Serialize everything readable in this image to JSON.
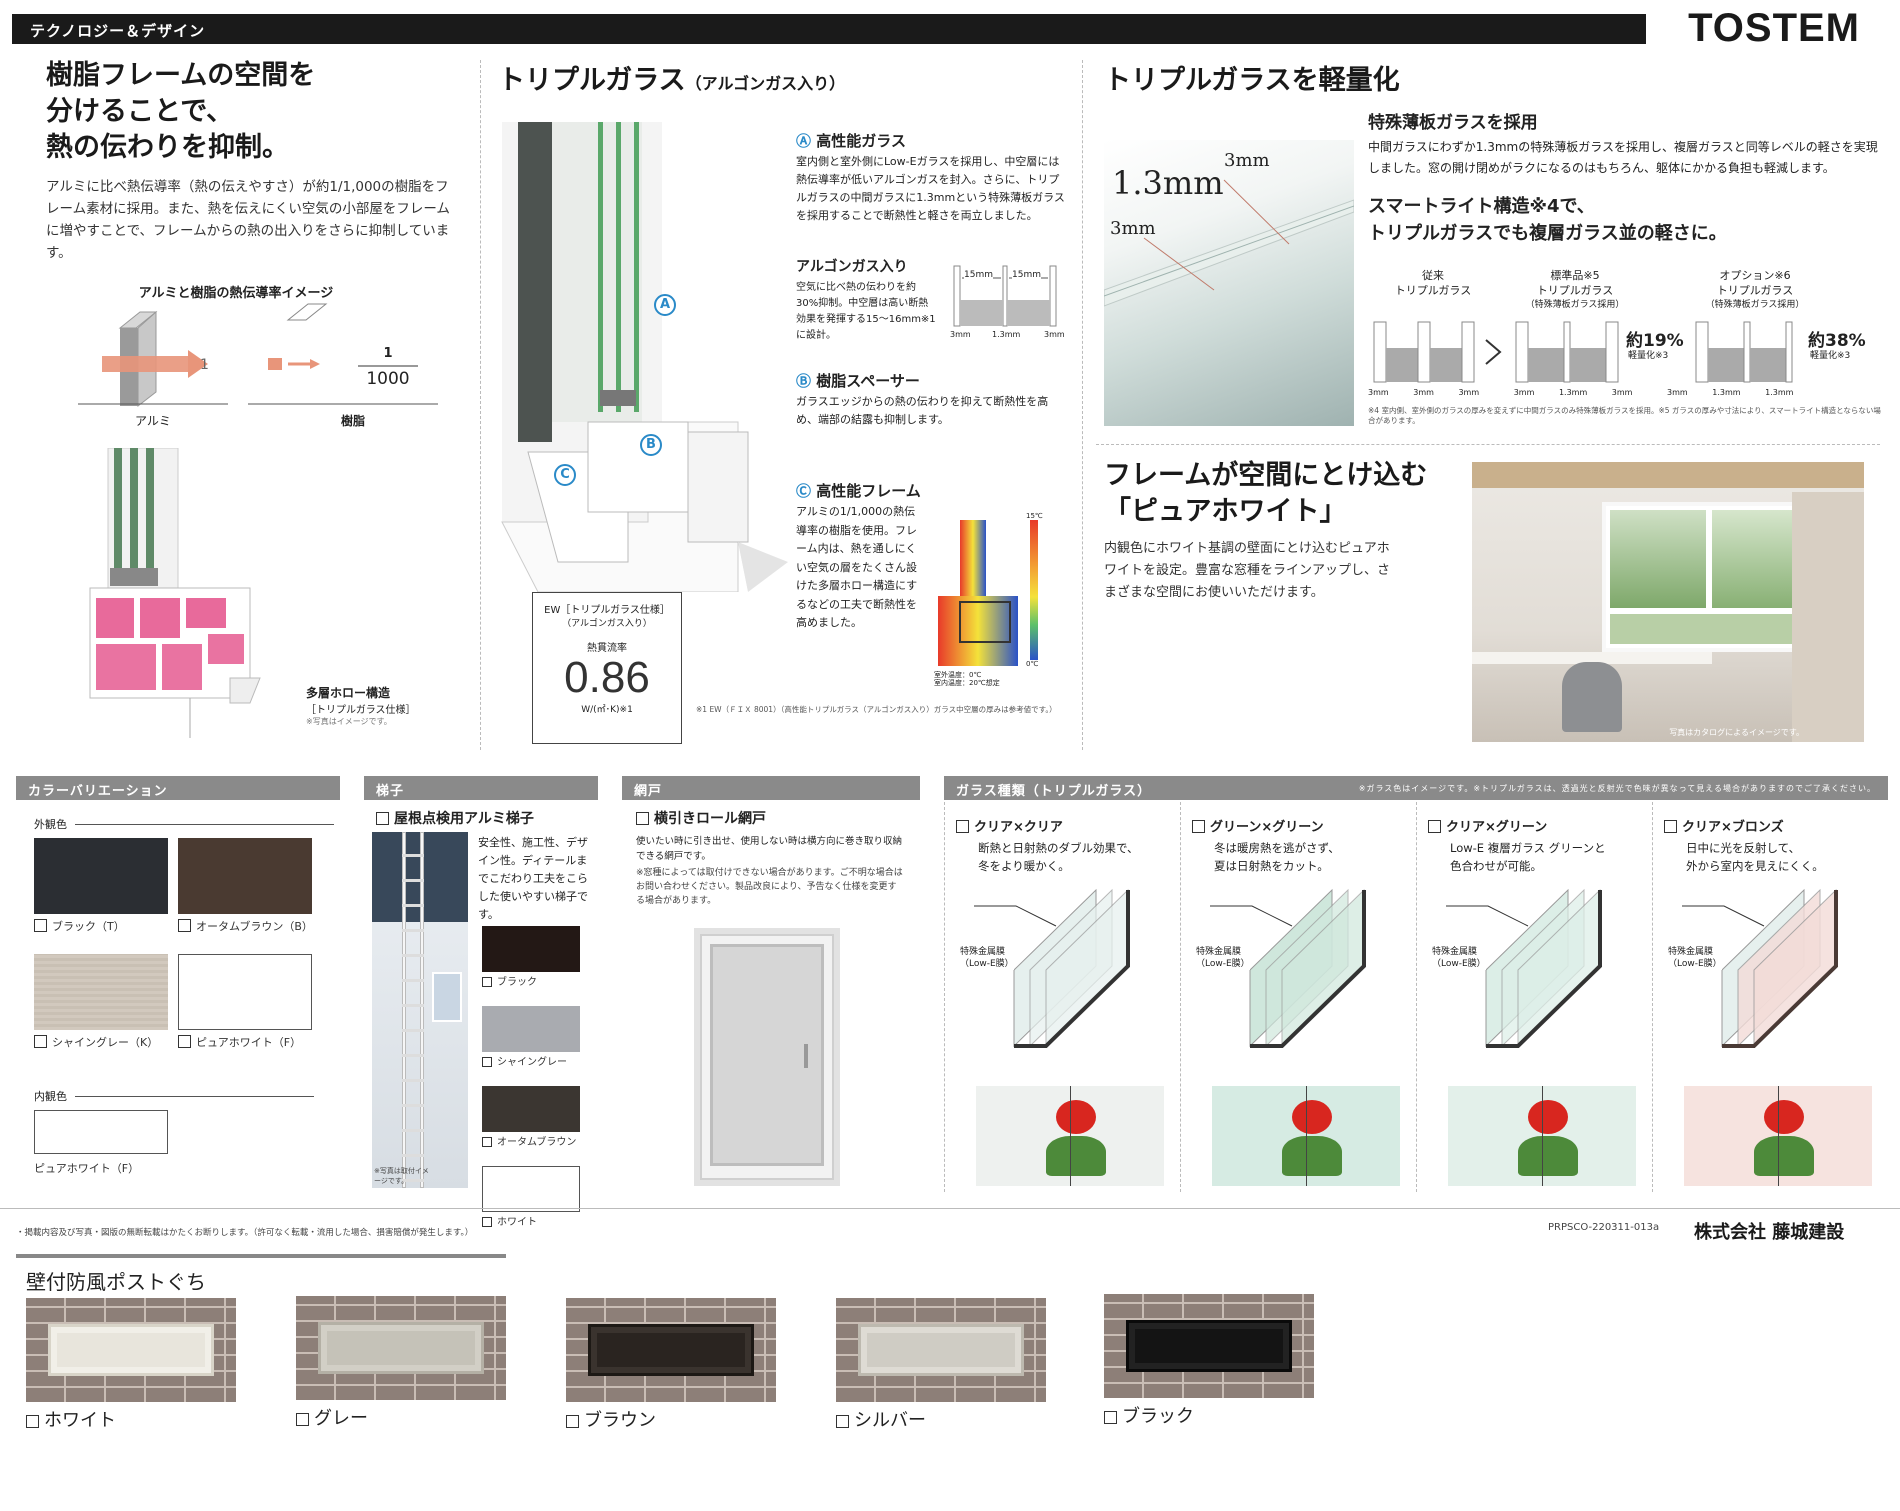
{
  "header": {
    "category": "テクノロジー＆デザイン",
    "brand": "TOSTEM"
  },
  "col1": {
    "title_lines": [
      "樹脂フレームの空間を",
      "分けることで、",
      "熱の伝わりを抑制。"
    ],
    "body": "アルミに比べ熱伝導率（熱の伝えやすさ）が約1/1,000の樹脂をフレーム素材に採用。また、熱を伝えにくい空気の小部屋をフレームに増やすことで、フレームからの熱の出入りをさらに抑制しています。",
    "diagram_title": "アルミと樹脂の熱伝導率イメージ",
    "alu_value": "1",
    "resin_num": "1",
    "resin_den": "1000",
    "alu_label": "アルミ",
    "resin_label": "樹脂",
    "hollow_title": "多層ホロー構造",
    "hollow_sub": "［トリプルガラス仕様］",
    "hollow_note": "※写真はイメージです。"
  },
  "col2": {
    "title": "トリプルガラス",
    "title_sub": "（アルゴンガス入り）",
    "a_title": "高性能ガラス",
    "a_body": "室内側と室外側にLow-Eガラスを採用し、中空層には熱伝導率が低いアルゴンガスを封入。さらに、トリプルガラスの中間ガラスに1.3mmという特殊薄板ガラスを採用することで断熱性と軽さを両立しました。",
    "argon_title": "アルゴンガス入り",
    "argon_body": "空気に比べ熱の伝わりを約30%抑制。中空層は高い断熱効果を発揮する15～16mm※1に設計。",
    "gap1": "15mm",
    "gap2": "15mm",
    "g_a": "3mm",
    "g_b": "1.3mm",
    "g_c": "3mm",
    "b_title": "樹脂スペーサー",
    "b_body": "ガラスエッジからの熱の伝わりを抑えて断熱性を高め、端部の結露も抑制します。",
    "c_title": "高性能フレーム",
    "c_body": "アルミの1/1,000の熱伝導率の樹脂を使用。フレーム内は、熱を通しにくい空気の層をたくさん設けた多層ホロー構造にするなどの工夫で断熱性を高めました。",
    "thermo_top": "15℃",
    "thermo_bottom": "0℃",
    "thermo_out": "室外温度：0℃",
    "thermo_in": "室内温度：20℃想定",
    "ew_title": "EW［トリプルガラス仕様］",
    "ew_sub": "（アルゴンガス入り）",
    "ew_label": "熱貫流率",
    "ew_value": "0.86",
    "ew_unit": "W/(㎡･K)※1",
    "footnote": "※1 EW（ＦＩＸ 8001）（高性能トリプルガラス（アルゴンガス入り）ガラス中空層の厚みは参考値です。）"
  },
  "col3": {
    "title": "トリプルガラスを軽量化",
    "dim_1": "1.3mm",
    "dim_2": "3mm",
    "dim_3": "3mm",
    "sub_title": "特殊薄板ガラスを採用",
    "sub_body": "中間ガラスにわずか1.3mmの特殊薄板ガラスを採用し、複層ガラスと同等レベルの軽さを実現しました。窓の開け閉めがラクになるのはもちろん、躯体にかかる負担も軽減します。",
    "smart_title_1": "スマートライト構造※4で、",
    "smart_title_2": "トリプルガラスでも複層ガラス並の軽さに。",
    "comp": [
      {
        "label1": "従来",
        "label2": "トリプルガラス",
        "label3": "",
        "dims": [
          "3mm",
          "3mm",
          "3mm"
        ]
      },
      {
        "label1": "標準品※5",
        "label2": "トリプルガラス",
        "label3": "（特殊薄板ガラス採用）",
        "dims": [
          "3mm",
          "1.3mm",
          "3mm"
        ]
      },
      {
        "label1": "オプション※6",
        "label2": "トリプルガラス",
        "label3": "（特殊薄板ガラス採用）",
        "dims": [
          "3mm",
          "1.3mm",
          "1.3mm"
        ]
      }
    ],
    "pct1": "約19%",
    "pct1_sub": "軽量化※3",
    "pct2": "約38%",
    "pct2_sub": "軽量化※3",
    "comp_note": "※4 室内側、室外側のガラスの厚みを変えずに中間ガラスのみ特殊薄板ガラスを採用。※5 ガラスの厚みや寸法により、スマートライト構造とならない場合があります。",
    "pure_title_1": "フレームが空間にとけ込む",
    "pure_title_2": "「ピュアホワイト」",
    "pure_body": "内観色にホワイト基調の壁面にとけ込むピュアホワイトを設定。豊富な窓種をラインアップし、さまざまな空間にお使いいただけます。",
    "photo_note": "写真はカタログによるイメージです。"
  },
  "color_var": {
    "head": "カラーバリエーション",
    "ext_label": "外観色",
    "ext": [
      {
        "name": "ブラック（T）",
        "color": "#2b2e33"
      },
      {
        "name": "オータムブラウン（B）",
        "color": "#4a3a31"
      },
      {
        "name": "シャイングレー（K）",
        "color": "#cfc6bb"
      },
      {
        "name": "ピュアホワイト（F）",
        "color": "#ffffff"
      }
    ],
    "int_label": "内観色",
    "int": [
      {
        "name": "ピュアホワイト（F）",
        "color": "#ffffff"
      }
    ]
  },
  "ladder": {
    "head": "梯子",
    "title": "屋根点検用アルミ梯子",
    "body": "安全性、施工性、デザイン性。ディテールまでこだわり工夫をこらした使いやすい梯子です。",
    "photo_note": "※写真は取付イメージです。",
    "colors": [
      {
        "name": "ブラック",
        "color": "#231815"
      },
      {
        "name": "シャイングレー",
        "color": "#a9abb0"
      },
      {
        "name": "オータムブラウン",
        "color": "#3b3631"
      },
      {
        "name": "ホワイト",
        "color": "#ffffff"
      }
    ]
  },
  "screen": {
    "head": "網戸",
    "title": "横引きロール網戸",
    "body": "使いたい時に引き出せ、使用しない時は横方向に巻き取り収納できる網戸です。",
    "note": "※窓種によっては取付けできない場合があります。ご不明な場合はお問い合わせください。製品改良により、予告なく仕様を変更する場合があります。"
  },
  "glass": {
    "head": "ガラス種類（トリプルガラス）",
    "head_note": "※ガラス色はイメージです。※トリプルガラスは、透過光と反射光で色味が異なって見える場合がありますのでご了承ください。",
    "types": [
      {
        "name": "クリア×クリア",
        "desc1": "断熱と日射熱のダブル効果で、",
        "desc2": "冬をより暖かく。",
        "film": "特殊金属膜",
        "film2": "（Low-E膜）",
        "tint": "#e6f0ee",
        "bg": "#eef1ef"
      },
      {
        "name": "グリーン×グリーン",
        "desc1": "冬は暖房熱を逃がさず、",
        "desc2": "夏は日射熱をカット。",
        "film": "特殊金属膜",
        "film2": "（Low-E膜）",
        "tint": "#cfe7dc",
        "bg": "#d6ebe3"
      },
      {
        "name": "クリア×グリーン",
        "desc1": "Low-E 複層ガラス グリーンと",
        "desc2": "色合わせが可能。",
        "film": "特殊金属膜",
        "film2": "（Low-E膜）",
        "tint": "#dceee7",
        "bg": "#e3f0ea"
      },
      {
        "name": "クリア×ブロンズ",
        "desc1": "日中に光を反射して、",
        "desc2": "外から室内を見えにくく。",
        "film": "特殊金属膜",
        "film2": "（Low-E膜）",
        "tint": "#f3dcd8",
        "bg": "#f6e3df"
      }
    ]
  },
  "footer": {
    "disclaimer": "・掲載内容及び写真・図版の無断転載はかたくお断りします。（許可なく転載・流用した場合、損害賠償が発生します。）",
    "code": "PRPSCO-220311-013a",
    "company": "株式会社 藤城建設"
  },
  "post": {
    "title": "壁付防風ポストぐち",
    "items": [
      {
        "name": "ホワイト",
        "color": "#e8e5dc"
      },
      {
        "name": "グレー",
        "color": "#c5c2b8"
      },
      {
        "name": "ブラウン",
        "color": "#2a2420"
      },
      {
        "name": "シルバー",
        "color": "#cfccc4"
      },
      {
        "name": "ブラック",
        "color": "#141414"
      }
    ]
  }
}
